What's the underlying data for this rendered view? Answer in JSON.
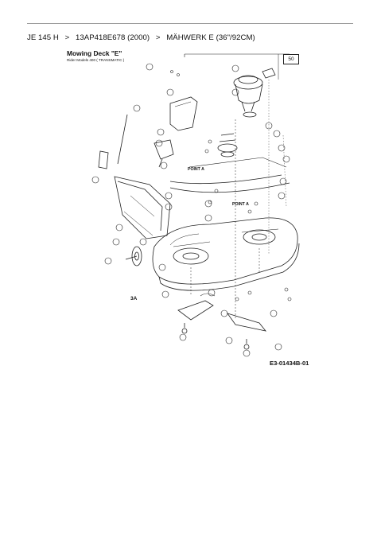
{
  "breadcrumb": {
    "items": [
      "JE 145 H",
      "13AP418E678 (2000)",
      "MÄHWERK E (36\"/92CM)"
    ],
    "separator": ">"
  },
  "diagram": {
    "title": "Mowing Deck \"E\"",
    "subtitle": "Rider Models 400 ( TRANSMATIC )",
    "page_number": "50",
    "point_label_1": "POINT A",
    "point_label_2": "POINT A",
    "callout_3a": "3A",
    "drawing_code": "E3-01434B-01"
  }
}
